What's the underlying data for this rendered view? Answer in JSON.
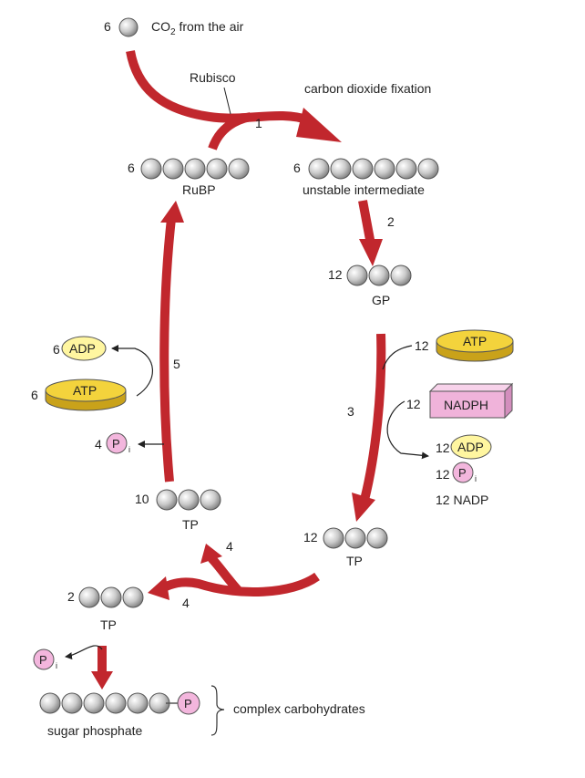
{
  "co2": {
    "count": "6",
    "label": "CO",
    "sub": "2",
    "rest": " from the air"
  },
  "enzyme": "Rubisco",
  "fixation": "carbon dioxide fixation",
  "steps": {
    "s1": "1",
    "s2": "2",
    "s3": "3",
    "s4a": "4",
    "s4b": "4",
    "s5": "5"
  },
  "rubp": {
    "count": "6",
    "label": "RuBP"
  },
  "intermediate": {
    "count": "6",
    "label": "unstable intermediate"
  },
  "gp": {
    "count": "12",
    "label": "GP"
  },
  "tp12": {
    "count": "12",
    "label": "TP"
  },
  "tp10": {
    "count": "10",
    "label": "TP"
  },
  "tp2": {
    "count": "2",
    "label": "TP"
  },
  "right_inputs": {
    "atp_count": "12",
    "atp": "ATP",
    "nadph_count": "12",
    "nadph": "NADPH",
    "adp_count": "12",
    "adp": "ADP",
    "pi_count": "12",
    "pi": "P",
    "pi_sub": "i",
    "nadp": "12 NADP"
  },
  "left_side": {
    "adp_count": "6",
    "adp": "ADP",
    "atp_count": "6",
    "atp": "ATP",
    "pi_count": "4",
    "pi": "P",
    "pi_sub": "i"
  },
  "bottom": {
    "pi": "P",
    "pi_sub": "i",
    "phosphate": "P",
    "sugar_label": "sugar phosphate",
    "complex": "complex carbohydrates"
  },
  "colors": {
    "arrow": "#c1272d",
    "atp": "#f3d33c",
    "adp": "#fff6a0",
    "pi": "#f3b6dd",
    "nadph": "#f0b3da",
    "ball": "#c8c8c8"
  }
}
